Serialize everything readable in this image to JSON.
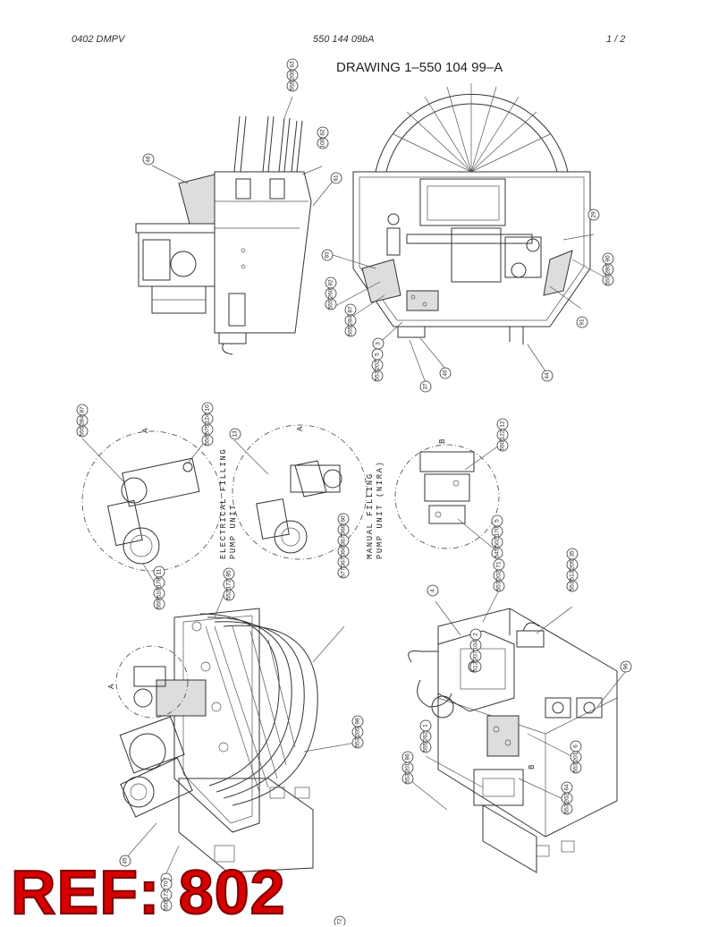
{
  "header": {
    "left": "0402 DMPV",
    "center": "550 144 09bA",
    "right": "1 /  2"
  },
  "drawing_title": "DRAWING 1–550 104 99–A",
  "detail_labels": {
    "electrical": [
      "ELECTRICAL FILLING",
      "PUMP UNIT"
    ],
    "manual": [
      "MANUAL FILLING",
      "PUMP UNIT (NIRA)"
    ],
    "view_a": "A",
    "view_b": "B"
  },
  "part_callouts": [
    {
      "num": "63",
      "codes": [
        "200",
        "555"
      ]
    },
    {
      "num": "48",
      "codes": []
    },
    {
      "num": "62",
      "codes": [
        "100"
      ]
    },
    {
      "num": "61",
      "codes": []
    },
    {
      "num": "93",
      "codes": []
    },
    {
      "num": "92",
      "codes": [
        "260",
        "555"
      ]
    },
    {
      "num": "87",
      "codes": [
        "284",
        "555"
      ]
    },
    {
      "num": "3",
      "codes": []
    },
    {
      "num": "5",
      "codes": [
        "202",
        "553"
      ]
    },
    {
      "num": "37",
      "codes": []
    },
    {
      "num": "46",
      "codes": []
    },
    {
      "num": "44",
      "codes": []
    },
    {
      "num": "29",
      "codes": []
    },
    {
      "num": "90",
      "codes": [
        "280",
        "555"
      ]
    },
    {
      "num": "91",
      "codes": []
    },
    {
      "num": "87",
      "codes": [
        "284",
        "555"
      ]
    },
    {
      "num": "10",
      "codes": [
        "124",
        "575",
        "550"
      ]
    },
    {
      "num": "13",
      "codes": []
    },
    {
      "num": "11",
      "codes": [
        "178",
        "510",
        "550"
      ]
    },
    {
      "num": "12",
      "codes": [
        "122",
        "550"
      ]
    },
    {
      "num": "71",
      "codes": [
        "202",
        "553"
      ]
    },
    {
      "num": "5",
      "codes": [
        "170",
        "502",
        "545"
      ]
    },
    {
      "num": "4",
      "codes": []
    },
    {
      "num": "35",
      "codes": [
        "205",
        "513",
        "553"
      ]
    },
    {
      "num": "85",
      "codes": [
        "172",
        "552"
      ]
    },
    {
      "num": "60",
      "codes": [
        "366",
        "367",
        "366",
        "367",
        "577"
      ]
    },
    {
      "num": "2",
      "codes": [
        "104",
        "207",
        "513"
      ]
    },
    {
      "num": "96",
      "codes": []
    },
    {
      "num": "98",
      "codes": [
        "205",
        "553"
      ]
    },
    {
      "num": "1",
      "codes": [
        "262",
        "555"
      ]
    },
    {
      "num": "86",
      "codes": [
        "201",
        "553"
      ]
    },
    {
      "num": "6",
      "codes": [
        "201",
        "553"
      ]
    },
    {
      "num": "64",
      "codes": [
        "202",
        "553"
      ]
    },
    {
      "num": "45",
      "codes": []
    },
    {
      "num": "7",
      "codes": []
    },
    {
      "num": "70",
      "codes": [
        "172",
        "550"
      ]
    },
    {
      "num": "72",
      "codes": []
    }
  ],
  "ref_label": "REF: 802"
}
